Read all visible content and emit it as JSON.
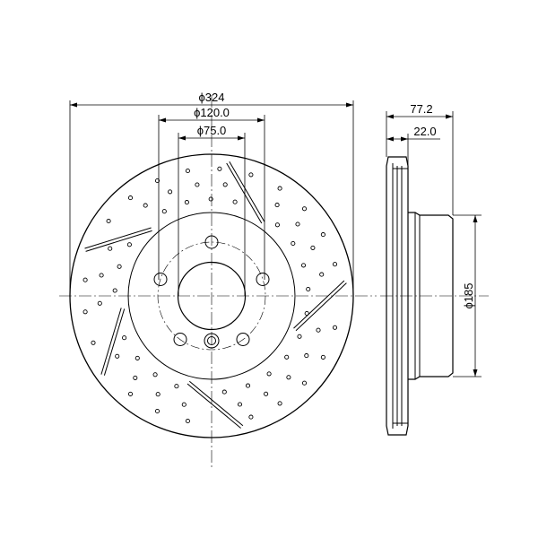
{
  "diagram": {
    "type": "brake-disc-technical-drawing",
    "line_color": "#000000",
    "background": "#ffffff",
    "dimensions": {
      "outer_diameter": "ϕ324",
      "bolt_circle_diameter": "ϕ120.0",
      "center_bore_diameter": "ϕ75.0",
      "total_height": "77.2",
      "disc_thickness": "22.0",
      "hat_diameter": "ϕ185"
    },
    "features": {
      "bolt_holes": 5,
      "cross_drilled": true,
      "slotted": true,
      "slot_count": 5,
      "vented": true
    }
  }
}
